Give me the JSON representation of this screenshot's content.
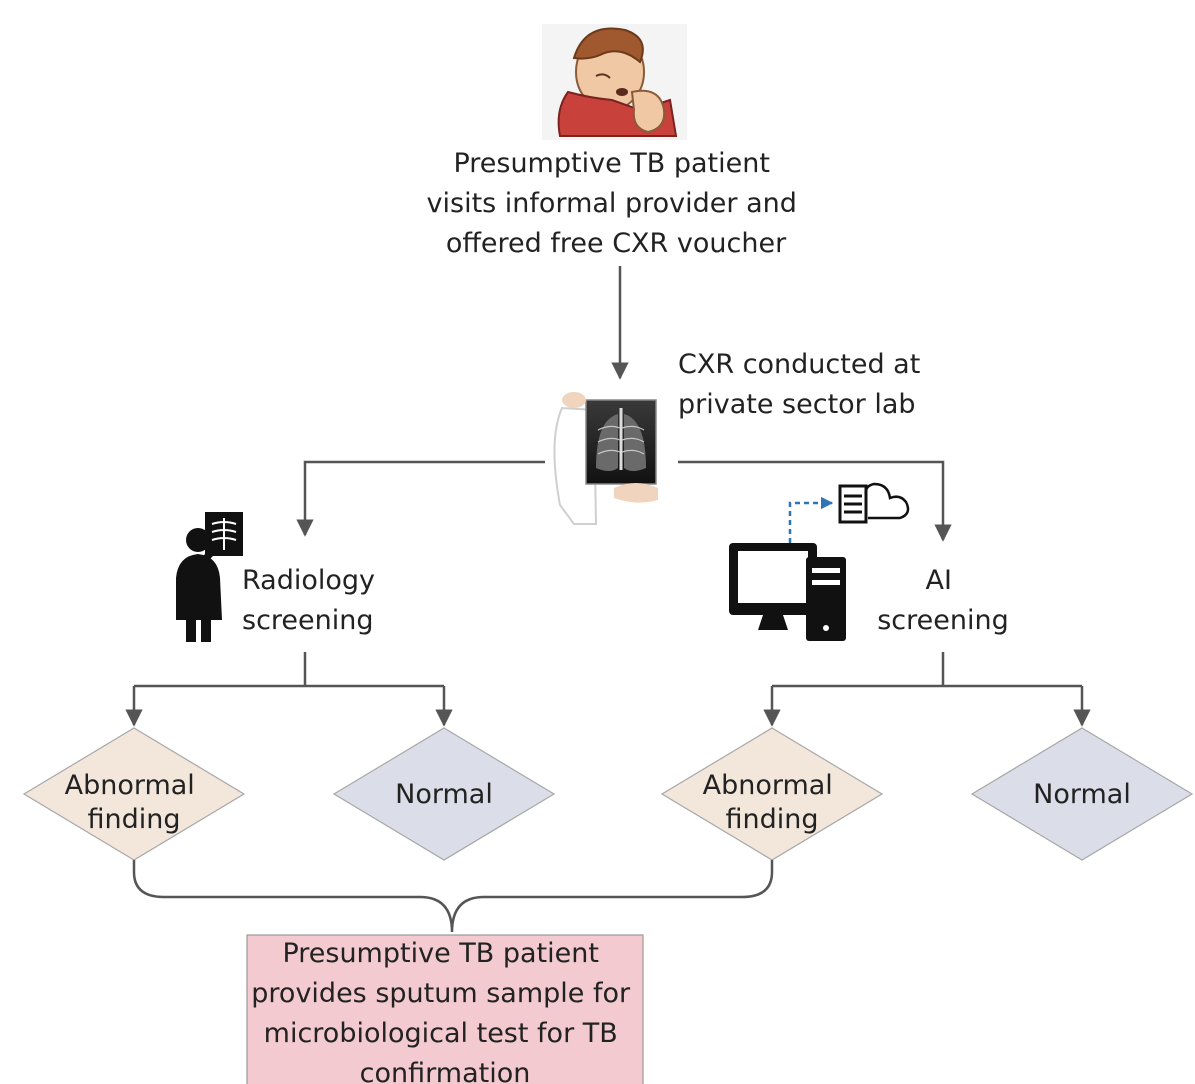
{
  "patient": {
    "icon": "coughing-patient-icon",
    "lines": [
      "Presumptive TB patient",
      "visits informal provider and",
      "offered free CXR voucher"
    ]
  },
  "cxr": {
    "icon": "chest-xray-icon",
    "lines": [
      "CXR conducted at",
      "private sector lab"
    ]
  },
  "radiology": {
    "icon": "radiologist-icon",
    "lines": [
      "Radiology",
      "screening"
    ],
    "abnormal_lines": [
      "Abnormal",
      "finding"
    ],
    "normal_label": "Normal"
  },
  "ai": {
    "icon": "computer-cloud-icon",
    "lines": [
      "AI",
      "screening"
    ],
    "abnormal_lines": [
      "Abnormal",
      "finding"
    ],
    "normal_label": "Normal"
  },
  "confirmation": {
    "lines": [
      "Presumptive TB patient",
      "provides sputum sample for",
      "microbiological test for TB",
      "confirmation"
    ]
  },
  "colors": {
    "abnormal_fill": "#f3e7dc",
    "normal_fill": "#dbdee8",
    "final_fill": "#f2cacf",
    "connector": "#555555",
    "upload_arrow": "#2e75b6"
  }
}
